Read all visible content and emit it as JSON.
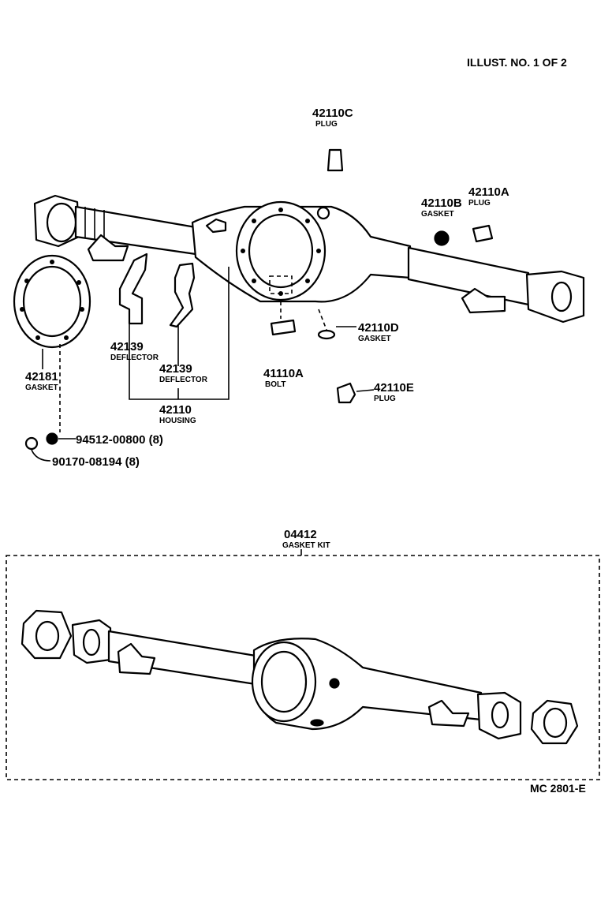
{
  "header": {
    "illust_no": "ILLUST. NO. 1 OF 2",
    "figure_code": "MC 2801-E"
  },
  "parts": {
    "p42110C": {
      "number": "42110C",
      "name": "PLUG"
    },
    "p42110B": {
      "number": "42110B",
      "name": "GASKET"
    },
    "p42110A": {
      "number": "42110A",
      "name": "PLUG"
    },
    "p42181": {
      "number": "42181",
      "name": "GASKET"
    },
    "p42139a": {
      "number": "42139",
      "name": "DEFLECTOR"
    },
    "p42139b": {
      "number": "42139",
      "name": "DEFLECTOR"
    },
    "p41110A": {
      "number": "41110A",
      "name": "BOLT"
    },
    "p42110D": {
      "number": "42110D",
      "name": "GASKET"
    },
    "p42110E": {
      "number": "42110E",
      "name": "PLUG"
    },
    "p42110": {
      "number": "42110",
      "name": "HOUSING"
    },
    "p94512": {
      "number": "94512-00800 (8)"
    },
    "p90170": {
      "number": "90170-08194 (8)"
    },
    "p04412": {
      "number": "04412",
      "name": "GASKET KIT"
    }
  }
}
